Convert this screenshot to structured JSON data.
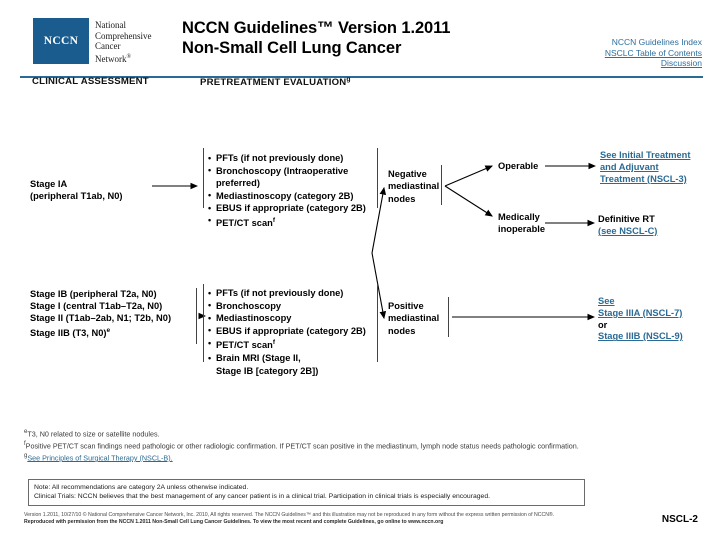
{
  "header": {
    "logo_acronym": "NCCN",
    "logo_words": [
      "National",
      "Comprehensive",
      "Cancer",
      "Network"
    ],
    "logo_superscript": "®",
    "title_line1": "NCCN Guidelines™ Version 1.2011",
    "title_line2": "Non-Small Cell Lung Cancer",
    "links": [
      {
        "label": "NCCN Guidelines Index",
        "underlined": false
      },
      {
        "label": "NSCLC Table of Contents",
        "underlined": true
      },
      {
        "label": "Discussion",
        "underlined": true
      }
    ]
  },
  "columns": {
    "clinical_assessment": "CLINICAL ASSESSMENT",
    "pretreatment_evaluation": "PRETREATMENT EVALUATION",
    "pretreatment_evaluation_footnote": "g"
  },
  "flow": {
    "stage_ia": {
      "lines": [
        "Stage IA",
        "(peripheral T1ab, N0)"
      ]
    },
    "stage_group": {
      "lines": [
        "Stage IB (peripheral T2a, N0)",
        "Stage I (central T1ab–T2a, N0)",
        "Stage II (T1ab–2ab, N1; T2b, N0)",
        "Stage IIB (T3, N0)"
      ],
      "last_line_footnote": "e"
    },
    "evaluation_1": {
      "items": [
        {
          "text": "PFTs (if not previously done)",
          "cont": false,
          "sup": ""
        },
        {
          "text": "Bronchoscopy (Intraoperative",
          "cont": false,
          "sup": ""
        },
        {
          "text": "preferred)",
          "cont": true,
          "sup": ""
        },
        {
          "text": "Mediastinoscopy (category 2B)",
          "cont": false,
          "sup": ""
        },
        {
          "text": "EBUS if appropriate (category 2B)",
          "cont": false,
          "sup": ""
        },
        {
          "text": "PET/CT scan",
          "cont": false,
          "sup": "f"
        }
      ]
    },
    "evaluation_2": {
      "items": [
        {
          "text": "PFTs (if not previously done)",
          "cont": false,
          "sup": ""
        },
        {
          "text": "Bronchoscopy",
          "cont": false,
          "sup": ""
        },
        {
          "text": "Mediastinoscopy",
          "cont": false,
          "sup": ""
        },
        {
          "text": "EBUS if appropriate (category 2B)",
          "cont": false,
          "sup": ""
        },
        {
          "text": "PET/CT scan",
          "cont": false,
          "sup": "f"
        },
        {
          "text": "Brain MRI (Stage II,",
          "cont": false,
          "sup": ""
        },
        {
          "text": "Stage IB [category 2B])",
          "cont": true,
          "sup": ""
        }
      ]
    },
    "node_negative": {
      "lines": [
        "Negative",
        "mediastinal",
        "nodes"
      ]
    },
    "node_positive": {
      "lines": [
        "Positive",
        "mediastinal",
        "nodes"
      ]
    },
    "operable_label": {
      "lines": [
        "Operable"
      ]
    },
    "inoperable_label": {
      "lines": [
        "Medically",
        "inoperable"
      ]
    },
    "outcome_operable": {
      "lines": [
        {
          "text": "See Initial Treatment",
          "link": true
        },
        {
          "text": "and Adjuvant",
          "link": true
        },
        {
          "text": "Treatment (NSCL-3)",
          "link": true
        }
      ]
    },
    "outcome_inoperable": {
      "lines": [
        {
          "text": "Definitive RT",
          "link": false
        },
        {
          "text": "(see NSCL-C)",
          "link": true
        }
      ]
    },
    "outcome_positive": {
      "lines": [
        {
          "text": "See",
          "link": true
        },
        {
          "text": "Stage IIIA (NSCL-7)",
          "link": true
        },
        {
          "text": "or",
          "link": false
        },
        {
          "text": "Stage IIIB (NSCL-9)",
          "link": true
        }
      ]
    }
  },
  "footnotes": [
    {
      "marker": "e",
      "text": "T3, N0 related to size or satellite nodules.",
      "link_text": ""
    },
    {
      "marker": "f",
      "text": "Positive PET/CT scan findings need pathologic or other radiologic confirmation. If PET/CT scan positive in the mediastinum, lymph node status needs pathologic confirmation.",
      "link_text": ""
    },
    {
      "marker": "g",
      "text": "",
      "link_text": "See Principles of Surgical Therapy (NSCL-B)."
    }
  ],
  "note_box": {
    "line1": "Note: All recommendations are category 2A unless otherwise indicated.",
    "line2": "Clinical Trials: NCCN believes that the best management of any cancer patient is in a clinical trial. Participation in clinical trials is especially encouraged."
  },
  "footer": {
    "line1": "Version 1.2011, 10/27/10 © National Comprehensive Cancer Network, Inc. 2010, All rights reserved. The NCCN Guidelines™ and this illustration may not be reproduced in any form without the express written permission of NCCN®.",
    "line2": "Reproduced with permission from the NCCN 1.2011 Non-Small Cell Lung Cancer Guidelines. To view the most recent and complete Guidelines, go online to www.nccn.org",
    "page_number": "NSCL-2"
  },
  "colors": {
    "brand_blue": "#1b5c8e",
    "link_blue": "#2b6a94",
    "rule_blue": "#2b6a94"
  }
}
